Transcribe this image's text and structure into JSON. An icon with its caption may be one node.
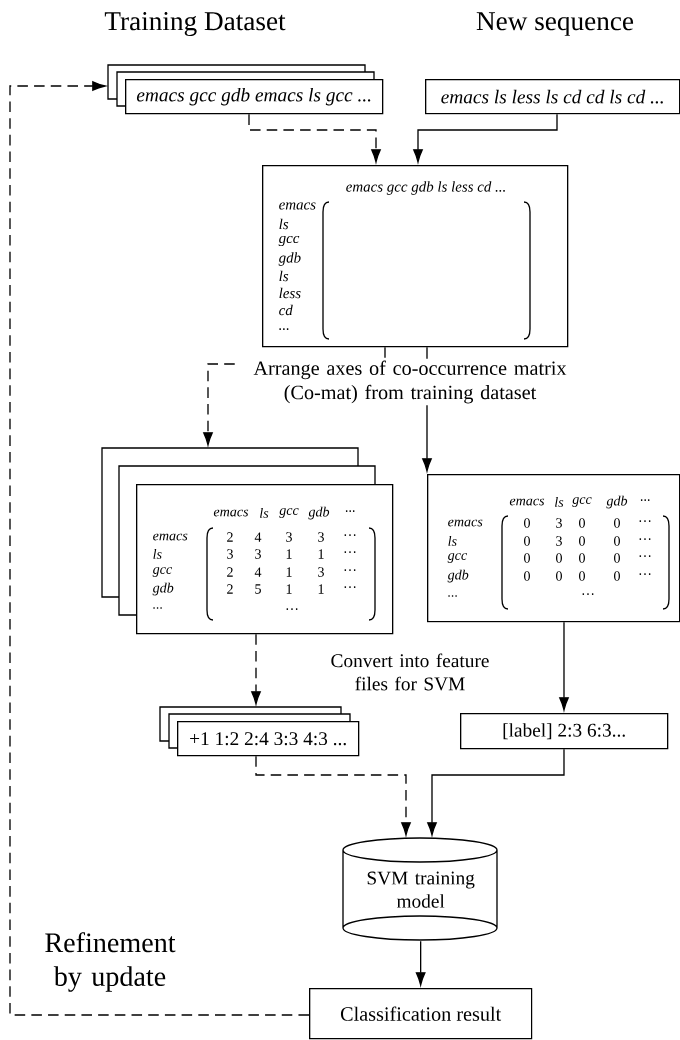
{
  "diagram": {
    "nodes": [
      {
        "text": [
          "emacs gcc gdb emacs ls gcc ..."
        ],
        "beside": [
          "Training Dataset"
        ]
      },
      {
        "text": [
          "emacs ls less ls cd cd ls cd ..."
        ],
        "beside": [
          "New sequence"
        ]
      },
      {
        "text": [
          "emacs  gcc  gdb  ls  less cd ...",
          "emacs",
          "ls",
          "gcc",
          "gdb",
          "ls",
          "less",
          "cd",
          "..."
        ]
      },
      {
        "text": [
          "emacs",
          "ls",
          "gcc",
          "gdb",
          "···",
          "emacs",
          "ls",
          "gcc",
          "gdb",
          "...",
          "2",
          "4",
          "3",
          "3",
          "···",
          "3",
          "3",
          "1",
          "1",
          "···",
          "2",
          "4",
          "1",
          "3",
          "···",
          "2",
          "5",
          "1",
          "1",
          "···",
          "···"
        ]
      },
      {
        "text": [
          "emacs",
          "ls",
          "gcc",
          "gdb",
          "···",
          "emacs",
          "ls",
          "gcc",
          "gdb",
          "...",
          "0",
          "3",
          "0",
          "0",
          "···",
          "0",
          "3",
          "0",
          "0",
          "···",
          "0",
          "0",
          "0",
          "0",
          "···",
          "0",
          "0",
          "0",
          "0",
          "···",
          "···"
        ]
      },
      {
        "text": [
          "+1 1:2 2:4 3:3 4:3 ..."
        ]
      },
      {
        "text": [
          "[label] 2:3 6:3..."
        ]
      },
      {
        "text": [
          "SVM training model"
        ]
      },
      {
        "text": [
          "Classification result"
        ]
      }
    ],
    "edges": [
      {
        "from": 0,
        "to": 2,
        "arrow": "to",
        "style": "dashed"
      },
      {
        "from": 1,
        "to": 2,
        "arrow": "to"
      },
      {
        "from": 2,
        "to": 3,
        "arrow": "to",
        "style": "dashed"
      },
      {
        "from": 2,
        "to": 4,
        "arrow": "to"
      },
      {
        "from": 3,
        "to": 5,
        "arrow": "to",
        "style": "dashed"
      },
      {
        "from": 4,
        "to": 6,
        "arrow": "to"
      },
      {
        "from": 5,
        "to": 7,
        "arrow": "to",
        "style": "dashed"
      },
      {
        "from": 6,
        "to": 7,
        "arrow": "to"
      },
      {
        "from": 7,
        "to": 8,
        "arrow": "to"
      },
      {
        "from": 8,
        "to": 0,
        "arrow": "to",
        "style": "dashed"
      }
    ],
    "labels": [
      "Arrange axes of co-occurrence matrix (Co-mat) from training dataset",
      "Convert into feature files for SVM",
      "Refinement by update"
    ]
  }
}
